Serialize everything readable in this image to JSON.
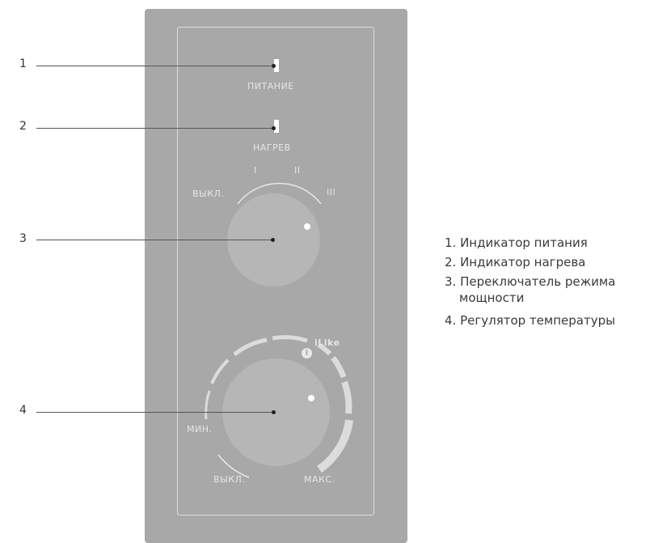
{
  "callouts": [
    "1",
    "2",
    "3",
    "4"
  ],
  "indicators": {
    "power_label": "ПИТАНИЕ",
    "heat_label": "НАГРЕВ"
  },
  "mode_switch": {
    "off_label": "ВЫКЛ.",
    "pos1_label": "I",
    "pos2_label": "II",
    "pos3_label": "III"
  },
  "thermostat": {
    "min_label": "МИН.",
    "off_label": "ВЫКЛ.",
    "max_label": "МАКС.",
    "ilike_label": "iLike",
    "info_glyph": "i"
  },
  "legend": {
    "item1": "1. Индикатор питания",
    "item2": "2. Индикатор нагрева",
    "item3_line1": "3. Переключатель режима",
    "item3_line2": "мощности",
    "item4": "4. Регулятор температуры"
  }
}
